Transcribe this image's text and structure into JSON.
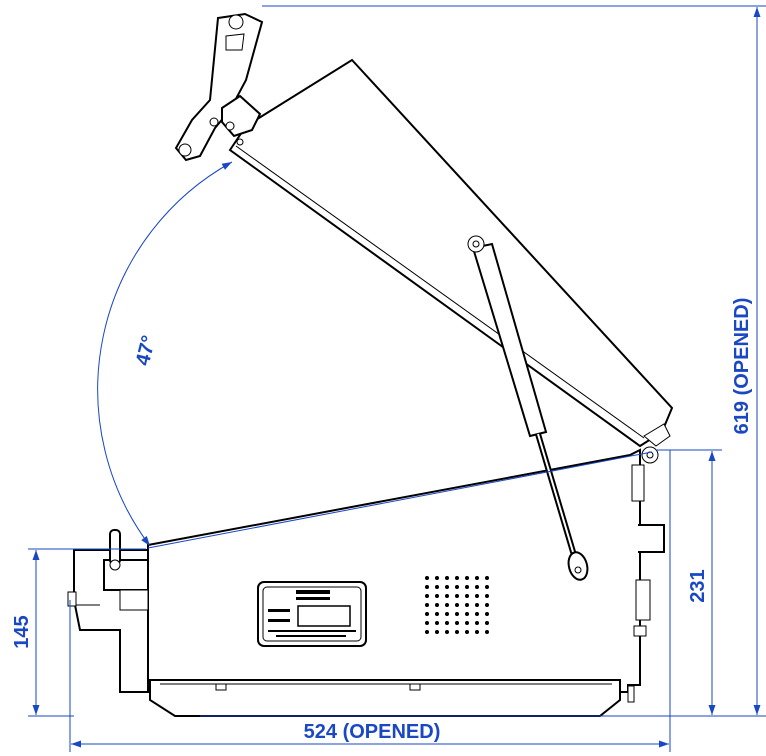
{
  "colors": {
    "dimension": "#1a47c4",
    "outline": "#000000",
    "background": "#ffffff"
  },
  "dimensions": {
    "width_opened": "524  (OPENED)",
    "height_opened": "619  (OPENED)",
    "height_closed_right": "231",
    "height_front": "145",
    "lid_angle": "47°"
  }
}
